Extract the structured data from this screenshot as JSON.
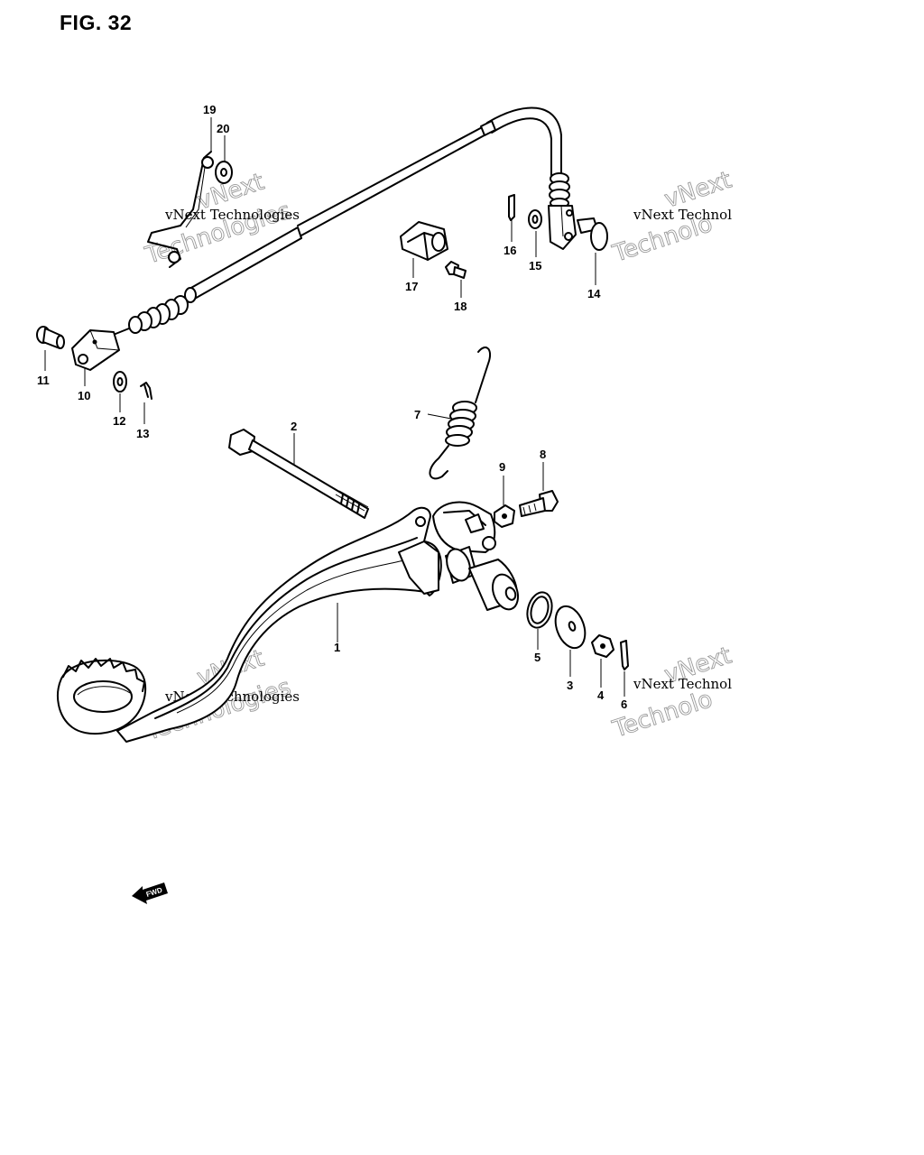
{
  "figure": {
    "title": "FIG. 32"
  },
  "watermark": {
    "company": "vNext Technologies",
    "company_cut": "vNext Technol",
    "logo_vnext": "vNext",
    "logo_tech": "Technologies",
    "logo_tech_cut": "Technolo"
  },
  "direction_marker": {
    "label": "FWD",
    "icon": "fwd-arrow-icon"
  },
  "callouts": [
    {
      "id": "1",
      "label": "1"
    },
    {
      "id": "2",
      "label": "2"
    },
    {
      "id": "3",
      "label": "3"
    },
    {
      "id": "4",
      "label": "4"
    },
    {
      "id": "5",
      "label": "5"
    },
    {
      "id": "6",
      "label": "6"
    },
    {
      "id": "7",
      "label": "7"
    },
    {
      "id": "8",
      "label": "8"
    },
    {
      "id": "9",
      "label": "9"
    },
    {
      "id": "10",
      "label": "10"
    },
    {
      "id": "11",
      "label": "11"
    },
    {
      "id": "12",
      "label": "12"
    },
    {
      "id": "13",
      "label": "13"
    },
    {
      "id": "14",
      "label": "14"
    },
    {
      "id": "15",
      "label": "15"
    },
    {
      "id": "16",
      "label": "16"
    },
    {
      "id": "17",
      "label": "17"
    },
    {
      "id": "18",
      "label": "18"
    },
    {
      "id": "19",
      "label": "19"
    },
    {
      "id": "20",
      "label": "20"
    }
  ]
}
